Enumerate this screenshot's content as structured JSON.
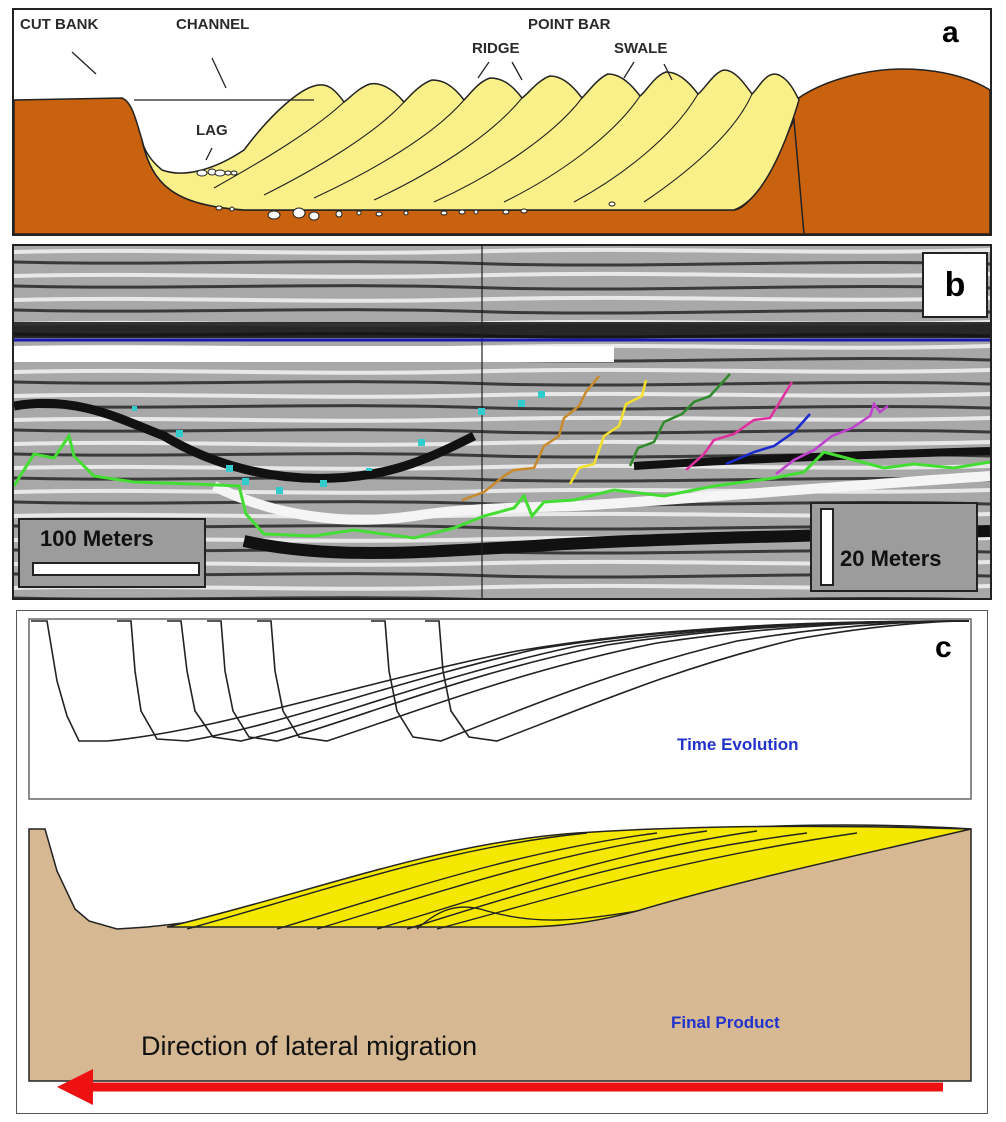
{
  "panel_a": {
    "letter": "a",
    "labels": {
      "cut_bank": "CUT BANK",
      "channel": "CHANNEL",
      "point_bar": "POINT BAR",
      "ridge": "RIDGE",
      "swale": "SWALE",
      "lag": "LAG"
    },
    "colors": {
      "bank": "#c8620e",
      "point_bar": "#faf08a"
    }
  },
  "panel_b": {
    "letter": "b",
    "scale_horizontal": "100 Meters",
    "scale_vertical": "20 Meters",
    "colors": {
      "horizon_top": "#1a1aaa",
      "horizon_base": "#44dd33",
      "channel_markers": "#33cccc",
      "accretion_lines": [
        "#c88a2a",
        "#f2e02a",
        "#2e8a2a",
        "#e030a0",
        "#1a2ad0",
        "#c040d0"
      ]
    }
  },
  "panel_c": {
    "letter": "c",
    "time_evolution": "Time Evolution",
    "final_product": "Final Product",
    "migration_label": "Direction of lateral migration",
    "colors": {
      "sediment": "#f5e800",
      "bank": "#d6b993",
      "arrow": "#ee1111",
      "text_blue": "#2233cc"
    }
  }
}
